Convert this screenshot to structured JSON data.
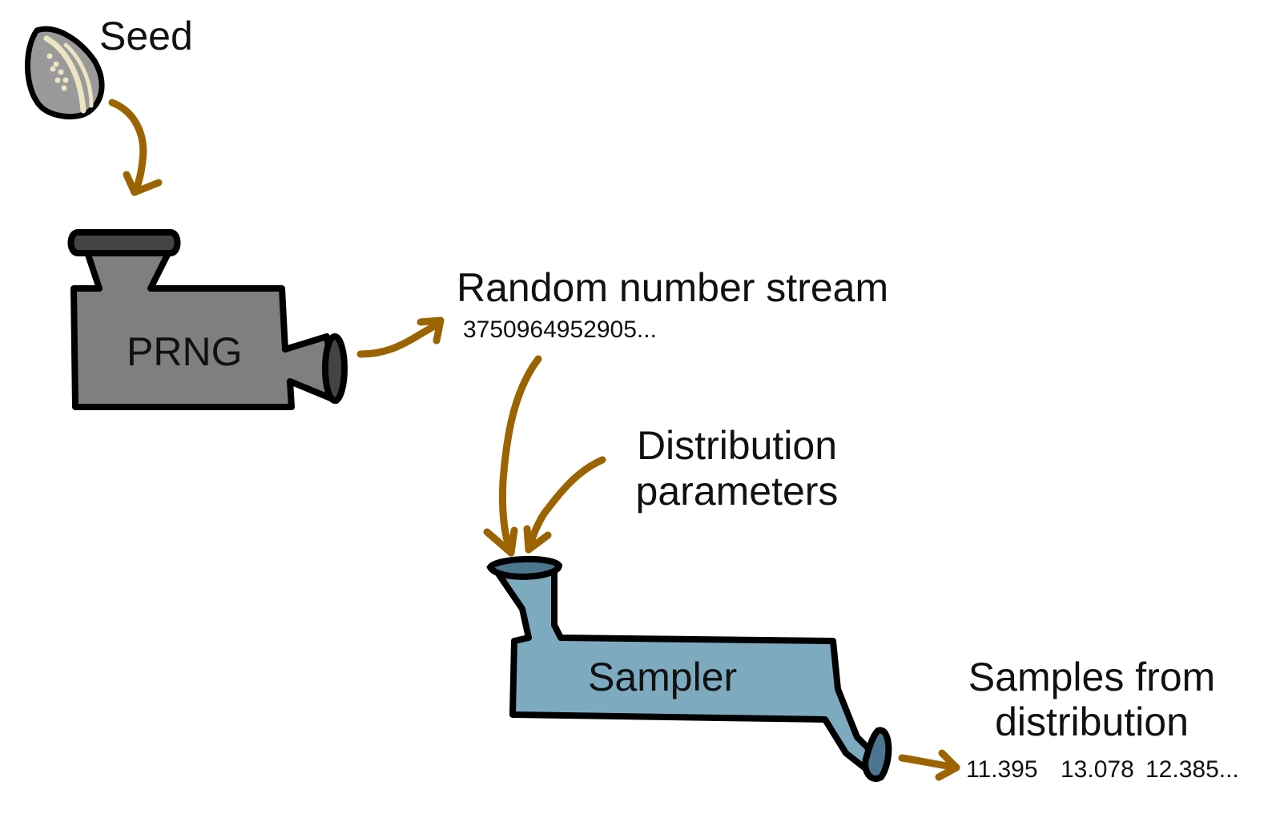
{
  "diagram": {
    "seed": {
      "label": "Seed"
    },
    "prng": {
      "label": "PRNG"
    },
    "random_stream": {
      "title": "Random number stream",
      "values": "3750964952905..."
    },
    "distribution_params": {
      "line1": "Distribution",
      "line2": "parameters"
    },
    "sampler": {
      "label": "Sampler"
    },
    "samples": {
      "line1": "Samples from",
      "line2": "distribution",
      "values": [
        "11.395",
        "13.078",
        "12.385..."
      ]
    },
    "colors": {
      "arrow": "#9b6400",
      "prng_body": "#7f7f7f",
      "prng_dark": "#444444",
      "sampler_body": "#7eaac0",
      "sampler_dark": "#4a778f",
      "seed_body": "#9a9a9a",
      "seed_stripe": "#ece4c2"
    },
    "edges": [
      {
        "from": "seed",
        "to": "prng"
      },
      {
        "from": "prng",
        "to": "random_stream"
      },
      {
        "from": "random_stream",
        "to": "sampler"
      },
      {
        "from": "distribution_params",
        "to": "sampler"
      },
      {
        "from": "sampler",
        "to": "samples"
      }
    ]
  }
}
